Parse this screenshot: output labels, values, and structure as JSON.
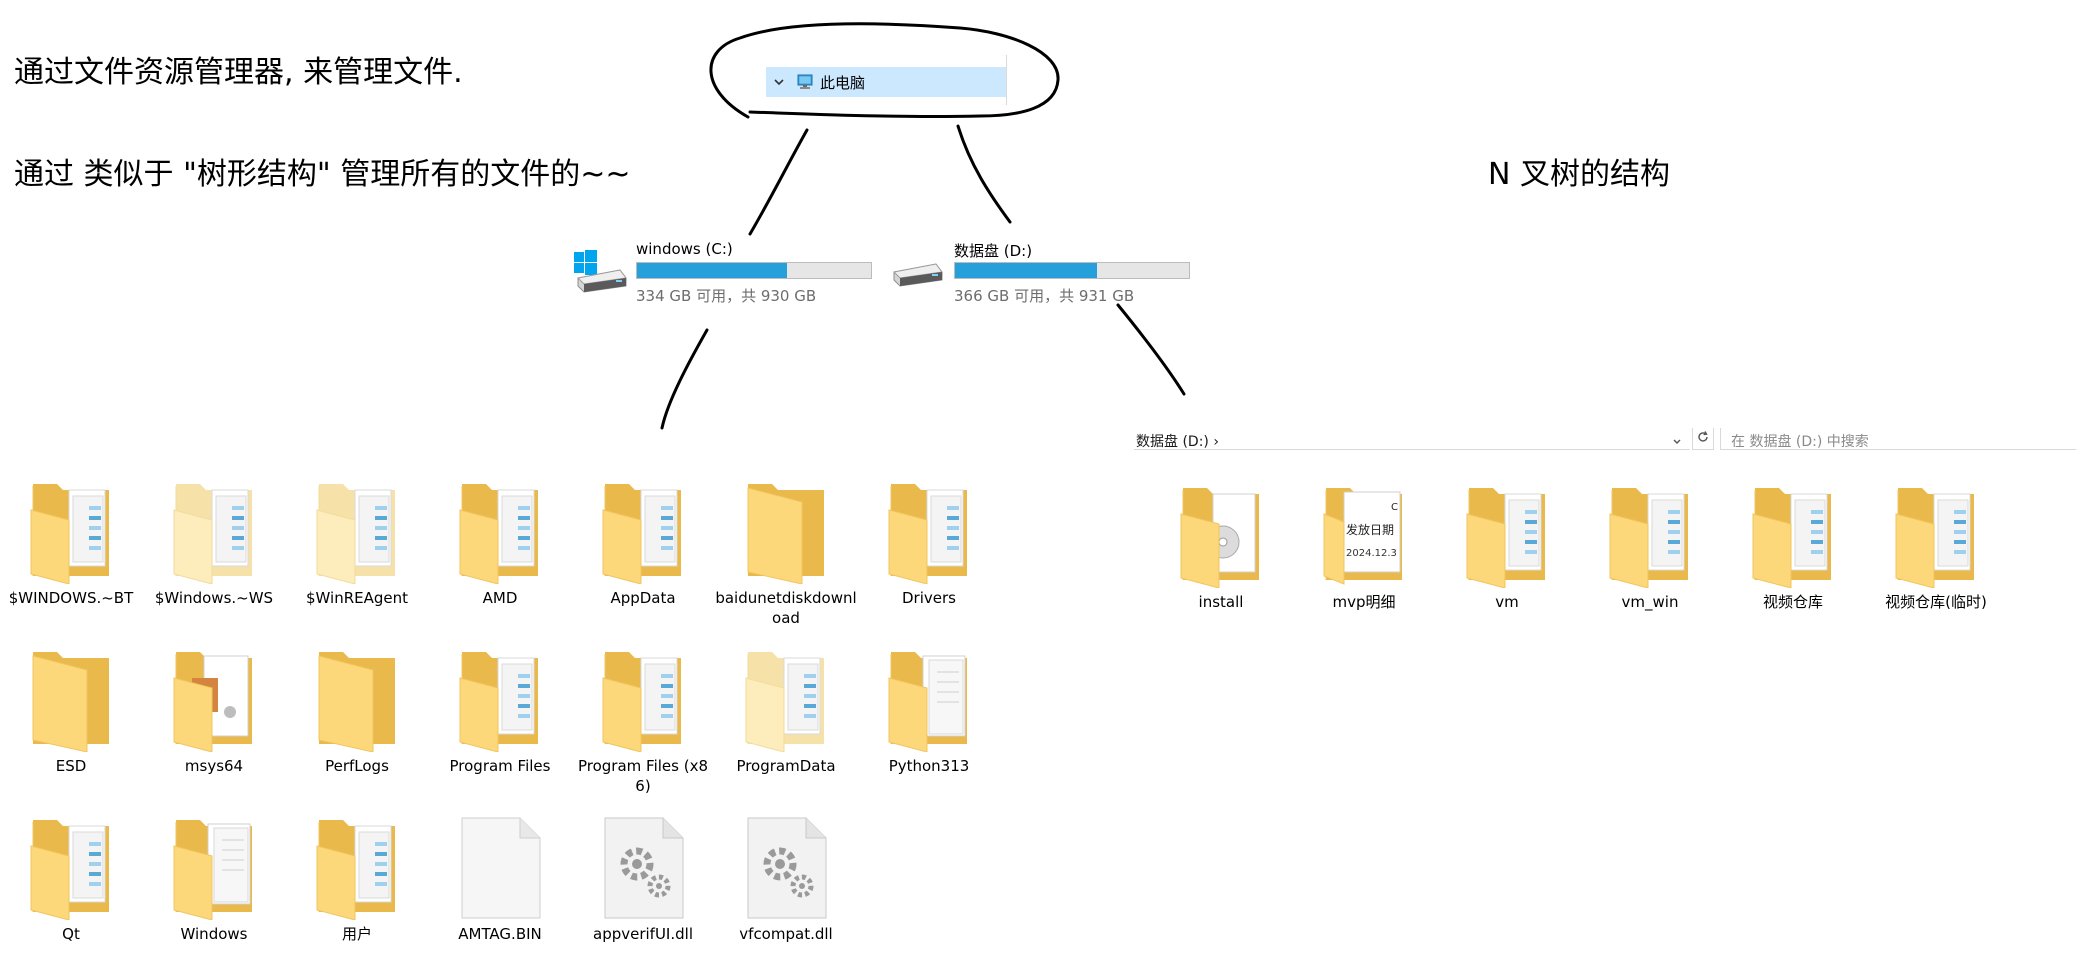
{
  "notes": {
    "line1": "通过文件资源管理器, 来管理文件.",
    "line2": "通过 类似于 \"树形结构\" 管理所有的文件的~~",
    "line3": "N 叉树的结构"
  },
  "tree": {
    "this_pc_label": "此电脑",
    "expand_icon": "chevron-down-icon",
    "pc_icon": "computer-icon"
  },
  "drives": [
    {
      "name": "windows (C:)",
      "free_text": "334 GB 可用，共 930 GB",
      "used_fraction": 0.641,
      "icon": "windows-drive-icon"
    },
    {
      "name": "数据盘 (D:)",
      "free_text": "366 GB 可用，共 931 GB",
      "used_fraction": 0.607,
      "icon": "hard-drive-icon"
    }
  ],
  "d_window": {
    "address": "数据盘 (D:)  ›",
    "search_placeholder": "在 数据盘 (D:) 中搜索",
    "refresh_icon": "refresh-icon"
  },
  "c_items": [
    {
      "name": "$WINDOWS.~BT",
      "kind": "folder-docs",
      "faded": false
    },
    {
      "name": "$Windows.~WS",
      "kind": "folder-docs",
      "faded": true
    },
    {
      "name": "$WinREAgent",
      "kind": "folder-docs",
      "faded": true
    },
    {
      "name": "AMD",
      "kind": "folder-docs",
      "faded": false
    },
    {
      "name": "AppData",
      "kind": "folder-docs",
      "faded": false
    },
    {
      "name": "baidunetdiskdownload",
      "kind": "folder-empty",
      "faded": false
    },
    {
      "name": "Drivers",
      "kind": "folder-docs",
      "faded": false
    },
    {
      "name": "ESD",
      "kind": "folder-empty",
      "faded": false
    },
    {
      "name": "msys64",
      "kind": "folder-app",
      "faded": false
    },
    {
      "name": "PerfLogs",
      "kind": "folder-empty",
      "faded": false
    },
    {
      "name": "Program Files",
      "kind": "folder-docs",
      "faded": false
    },
    {
      "name": "Program Files (x86)",
      "kind": "folder-docs",
      "faded": false
    },
    {
      "name": "ProgramData",
      "kind": "folder-docs",
      "faded": true
    },
    {
      "name": "Python313",
      "kind": "folder-white",
      "faded": false
    },
    {
      "name": "Qt",
      "kind": "folder-docs",
      "faded": false
    },
    {
      "name": "Windows",
      "kind": "folder-white",
      "faded": false
    },
    {
      "name": "用户",
      "kind": "folder-docs",
      "faded": false
    },
    {
      "name": "AMTAG.BIN",
      "kind": "file-blank",
      "faded": false
    },
    {
      "name": "appverifUI.dll",
      "kind": "file-dll",
      "faded": false
    },
    {
      "name": "vfcompat.dll",
      "kind": "file-dll",
      "faded": false
    }
  ],
  "d_items": [
    {
      "name": "install",
      "kind": "folder-disc"
    },
    {
      "name": "mvp明细",
      "kind": "folder-receipt",
      "doc_line1": "发放日期",
      "doc_line2": "2024.12.3",
      "doc_corner": "C"
    },
    {
      "name": "vm",
      "kind": "folder-docs"
    },
    {
      "name": "vm_win",
      "kind": "folder-docs"
    },
    {
      "name": "视频仓库",
      "kind": "folder-docs"
    },
    {
      "name": "视频仓库(临时)",
      "kind": "folder-docs"
    }
  ],
  "colors": {
    "folder_back": "#e9b94b",
    "folder_front": "#fdd87a",
    "selection": "#cce8ff",
    "drive_bar": "#26a0da",
    "drive_bar_bg": "#e6e6e6"
  }
}
